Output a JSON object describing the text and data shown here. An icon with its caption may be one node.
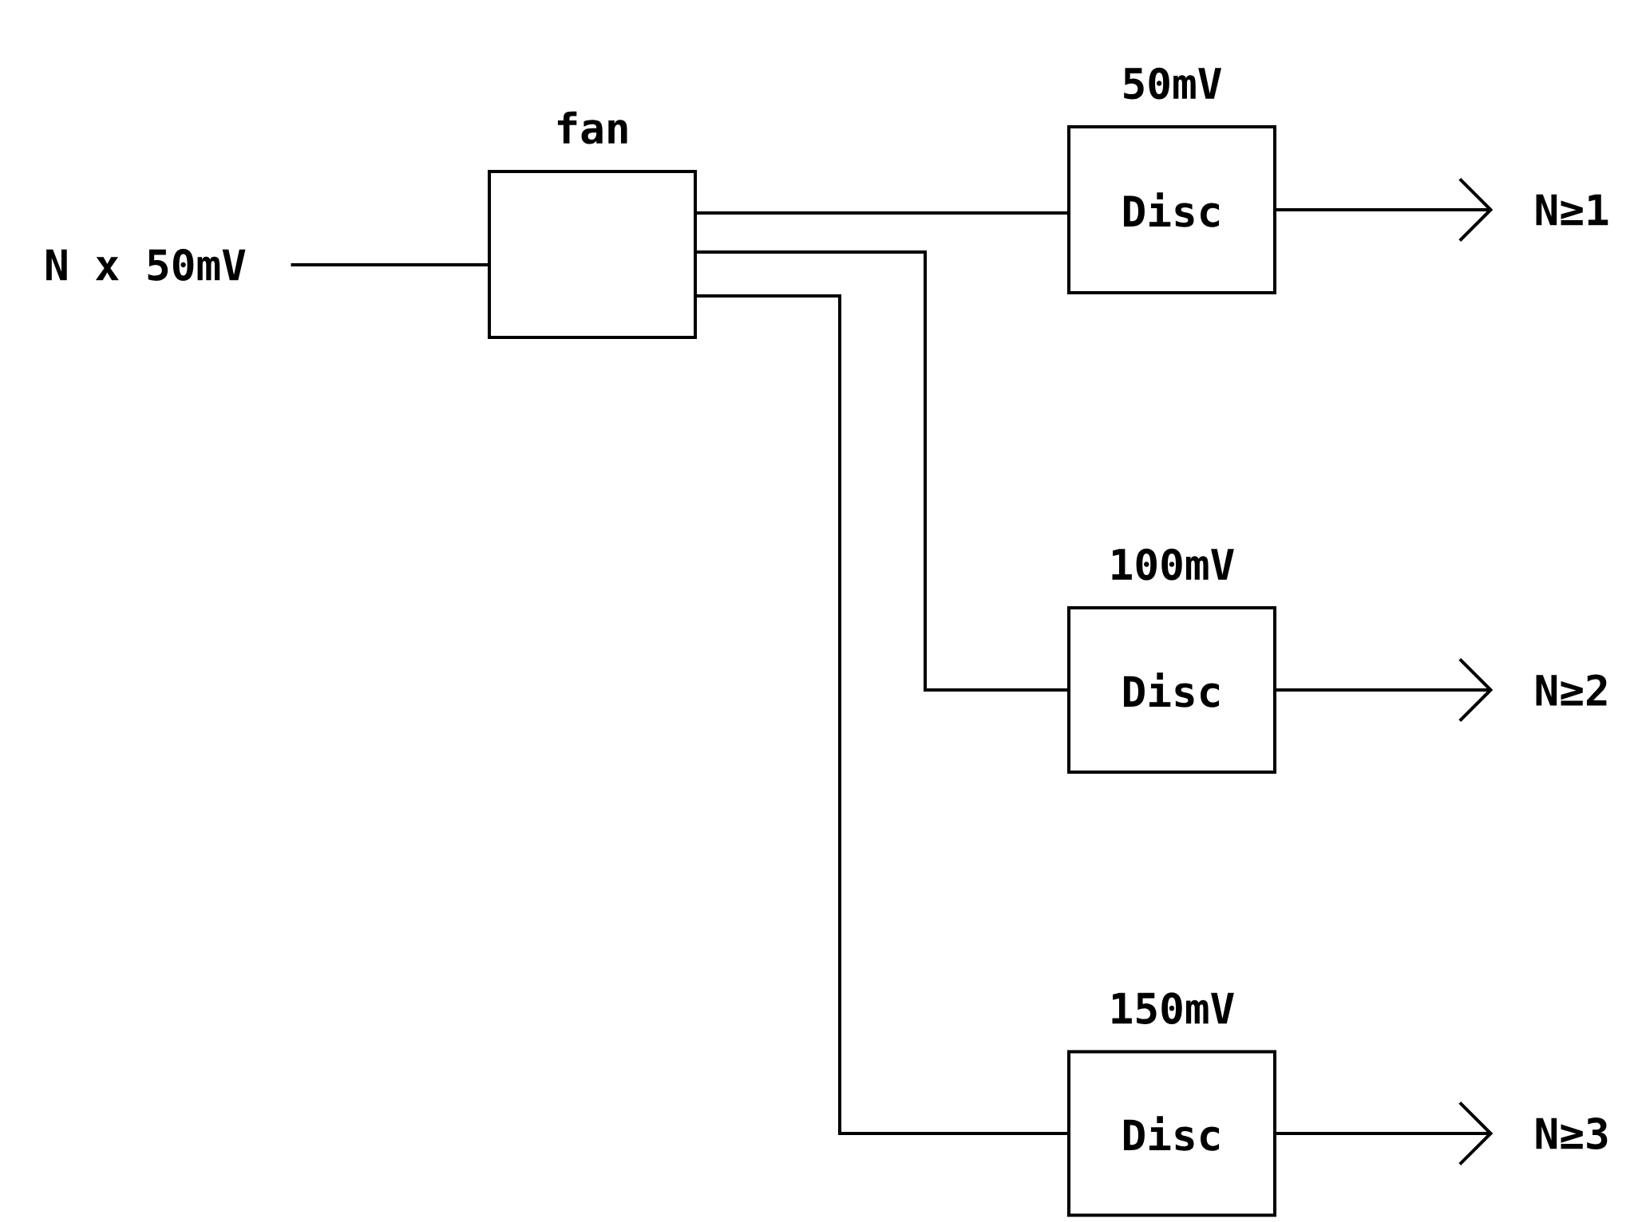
{
  "diagram": {
    "nodes": [
      {
        "text": [
          "N x 50mV"
        ]
      },
      {
        "text": [
          "fan"
        ]
      },
      {
        "text": [
          "50mV",
          "Disc"
        ]
      },
      {
        "text": [
          "100mV",
          "Disc"
        ]
      },
      {
        "text": [
          "150mV",
          "Disc"
        ]
      },
      {
        "text": [
          "N≥1"
        ]
      },
      {
        "text": [
          "N≥2"
        ]
      },
      {
        "text": [
          "N≥3"
        ]
      }
    ],
    "edges": [
      {
        "from": 0,
        "to": 1,
        "arrow": "none"
      },
      {
        "from": 1,
        "to": 2,
        "arrow": "none"
      },
      {
        "from": 1,
        "to": 3,
        "arrow": "none"
      },
      {
        "from": 1,
        "to": 4,
        "arrow": "none"
      },
      {
        "from": 2,
        "to": 5,
        "arrow": "to"
      },
      {
        "from": 3,
        "to": 6,
        "arrow": "to"
      },
      {
        "from": 4,
        "to": 7,
        "arrow": "to"
      }
    ]
  }
}
